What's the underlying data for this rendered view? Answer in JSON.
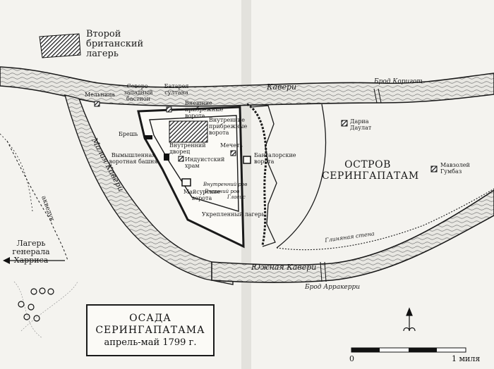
{
  "legend": {
    "british_camp": "Второй британский лагерь"
  },
  "title": {
    "line1": "ОСАДА",
    "line2": "СЕРИНГАПАТАМА",
    "line3": "апрель-май 1799 г."
  },
  "labels": {
    "mill": "Мельница",
    "nw_bastion": "Северо-западный бастион",
    "sultan_battery": "Батарея султана",
    "outer_water_gate": "Внешние прибрежные ворота",
    "inner_water_gate": "Внутренние прибрежные ворота",
    "breach": "Брешь",
    "inner_palace": "Внутренний дворец",
    "mosque": "Мечеть",
    "fictitious_gate_tower": "Вымышленная воротная башня",
    "hindu_temple": "Индуистский храм",
    "bangalore_gate": "Бангалорские ворота",
    "inner_moat": "Внутренний ров",
    "outer_moat": "Внешний ров",
    "glacis": "Гласис",
    "mysore_gate": "Майсурские ворота",
    "fortified_camp": "Укрепленный лагерь",
    "island": "ОСТРОВ СЕРИНГАПАТАМ",
    "daria_daulat": "Дариа Даулат",
    "gumbaz": "Мавзолей Гумбаз",
    "clay_wall": "Глиняная стена",
    "kaveri": "Кавери",
    "small_kaveri": "Малая Кавери",
    "south_kaveri": "Южная Кавери",
    "korigot_ford": "Брод Коригот",
    "arrakerri_ford": "Брод Арракерри",
    "aqueduct": "акведук",
    "harris_camp": "Лагерь генерала Харриса"
  },
  "scale": {
    "zero": "0",
    "one_mile": "1 миля"
  }
}
